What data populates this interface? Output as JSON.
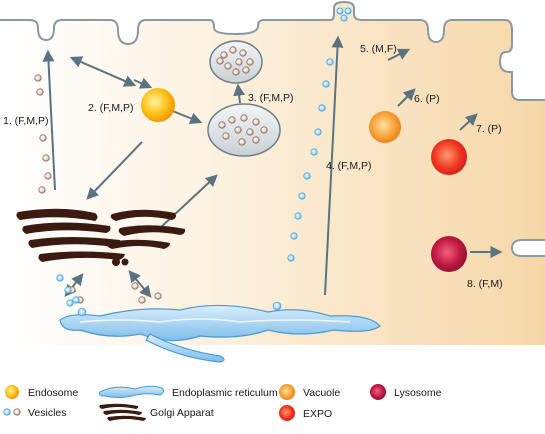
{
  "labels": {
    "step1": "1. (F,M,P)",
    "step2": "2. (F,M,P)",
    "step3": "3. (F,M,P)",
    "step4": "4. (F,M,P)",
    "step5": "5. (M,F)",
    "step6": "6. (P)",
    "step7": "7. (P)",
    "step8": "8. (F,M)"
  },
  "legend": {
    "endosome": "Endosome",
    "vesicles": "Vesicles",
    "er": "Endoplasmic reticulum",
    "golgi": "Golgi Apparat",
    "vacuole": "Vacuole",
    "expo": "EXPO",
    "lysosome": "Lysosome"
  },
  "colors": {
    "endosome": "#f5a800",
    "vesicle_blue": "#4aa8e0",
    "vesicle_brown": "#8a6a55",
    "golgi": "#3b1a12",
    "er": "#8cc7ef",
    "vacuole": "#f08a1c",
    "expo": "#e8231b",
    "lysosome": "#b0133a",
    "arrow": "#5b7380",
    "membrane": "#8a9aa4"
  }
}
